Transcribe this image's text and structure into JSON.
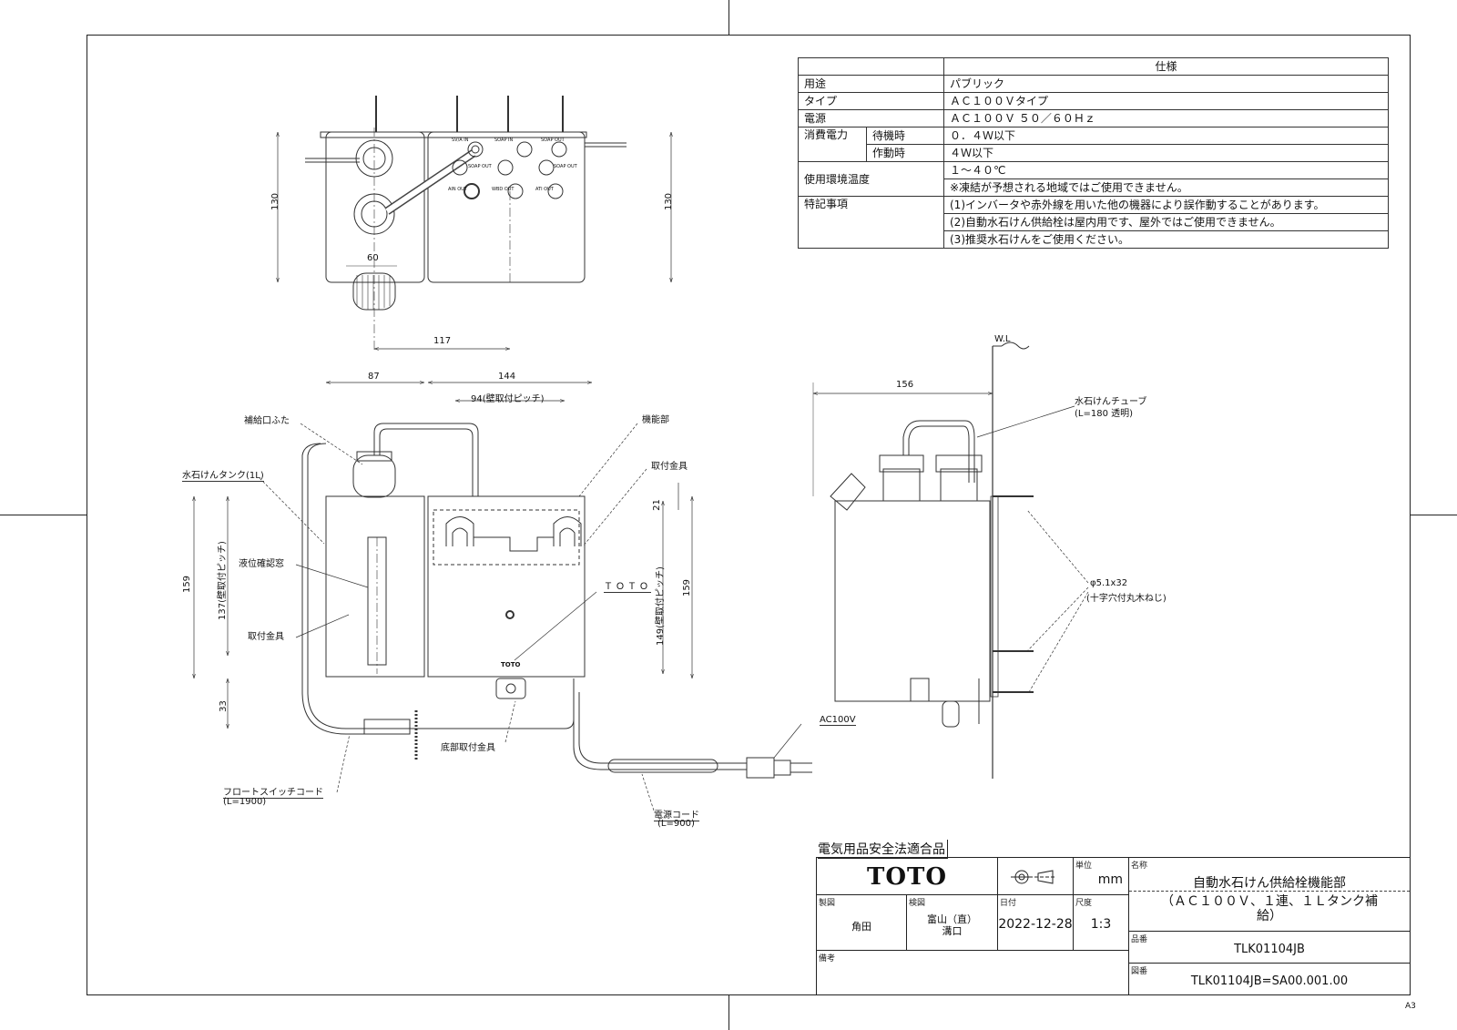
{
  "spec": {
    "header": "仕様",
    "rows": [
      {
        "label": "用途",
        "value": "パブリック"
      },
      {
        "label": "タイプ",
        "value": "ＡＣ１００Ｖタイプ"
      },
      {
        "label": "電源",
        "value": "ＡＣ１００Ｖ ５０／６０Ｈｚ"
      },
      {
        "label": "消費電力",
        "sub1": "待機時",
        "value1": "０．４Ｗ以下",
        "sub2": "作動時",
        "value2": "４Ｗ以下"
      },
      {
        "label": "使用環境温度",
        "value": "１～４０℃",
        "note": "※凍結が予想される地域ではご使用できません。"
      },
      {
        "label": "特記事項",
        "items": [
          "(1)インバータや赤外線を用いた他の機器により誤作動することがあります。",
          "(2)自動水石けん供給栓は屋内用です、屋外ではご使用できません。",
          "(3)推奨水石けんをご使用ください。"
        ]
      }
    ]
  },
  "dims": {
    "d130_left": "130",
    "d130_right": "130",
    "d60": "60",
    "d117": "117",
    "d87": "87",
    "d144": "144",
    "d94": "94(壁取付ピッチ)",
    "d21": "21",
    "d159_left": "159",
    "d137": "137(壁取付ピッチ)",
    "d33": "33",
    "d149": "149(壁取付ピッチ)",
    "d159_right": "159",
    "d156": "156",
    "wl": "W.L"
  },
  "labels": {
    "refill_cap": "補給口ふた",
    "tank": "水石けんタンク(1L)",
    "level_window": "液位確認窓",
    "bracket_left": "取付金具",
    "function_unit": "機能部",
    "bracket_right": "取付金具",
    "bottom_bracket": "底部取付金具",
    "float_cord": "フロートスイッチコード",
    "float_cord_len": "(L=1900)",
    "power_cord": "電源コード",
    "power_cord_len": "(L=900)",
    "ac100v": "AC100V",
    "soap_tube": "水石けんチューブ",
    "soap_tube_spec": "(L=180 透明)",
    "screw": "φ5.1x32",
    "screw_desc": "(十字穴付丸木ねじ)",
    "toto_mark": "ＴＯＴＯ",
    "logo_small": "TOTO",
    "port_labels": [
      "SV/A IN",
      "SOAP IN",
      "SOAP OUT",
      "SOAP OUT",
      "SOAP OUT",
      "AIN OUT",
      "WBD OUT",
      "ATI OUT"
    ]
  },
  "titleblock": {
    "safety": "電気用品安全法適合品",
    "logo": "TOTO",
    "unit_label": "単位",
    "unit": "mm",
    "name_label": "名称",
    "name1": "自動水石けん供給栓機能部",
    "name2": "（ＡＣ１００Ｖ、１連、１Ｌタンク補給）",
    "drawn_label": "製図",
    "drawn": "角田",
    "checked_label": "検図",
    "checked": "富山（直）\n溝口",
    "date_label": "日付",
    "date": "2022-12-28",
    "scale_label": "尺度",
    "scale": "1:3",
    "part_label": "品番",
    "part": "TLK01104JB",
    "remarks_label": "備考",
    "drawing_label": "図番",
    "drawing": "TLK01104JB=SA00.001.00"
  },
  "sheet_size": "A3"
}
